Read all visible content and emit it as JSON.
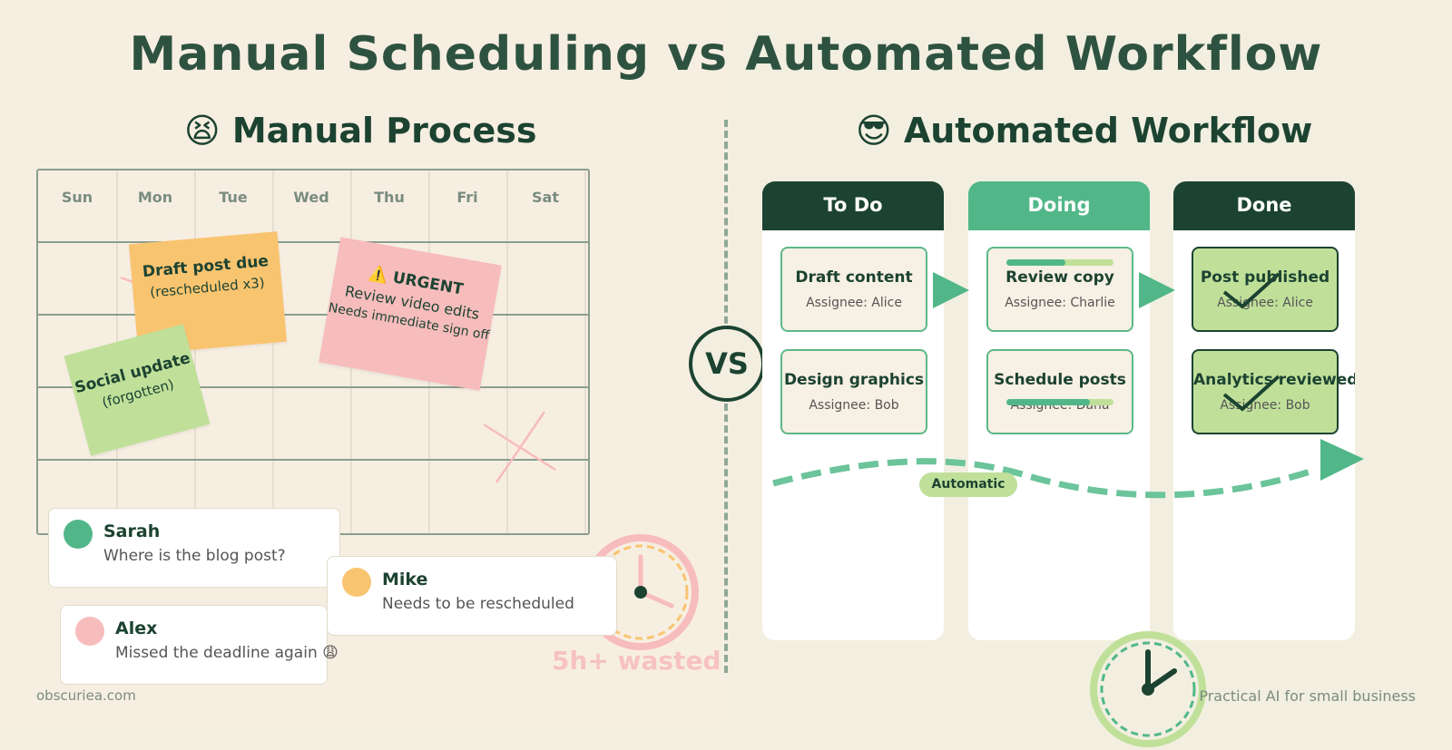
{
  "title": "Manual Scheduling vs Automated Workflow",
  "manual": {
    "heading": "😫 Manual Process",
    "days": [
      "Sun",
      "Mon",
      "Tue",
      "Wed",
      "Thu",
      "Fri",
      "Sat"
    ],
    "notes": [
      {
        "title": "Draft post due",
        "sub": "(rescheduled x3)",
        "color": "#f9c470"
      },
      {
        "title": "⚠️ URGENT",
        "sub": "Review video edits",
        "sub2": "Needs immediate sign off",
        "color": "#f7bcbc"
      },
      {
        "title": "Social update",
        "sub": "(forgotten)",
        "color": "#c0e09a"
      }
    ],
    "chats": [
      {
        "name": "Sarah",
        "message": "Where is the blog post?",
        "color": "#52b788"
      },
      {
        "name": "Mike",
        "message": "Needs to be rescheduled",
        "color": "#f9c470"
      },
      {
        "name": "Alex",
        "message": "Missed the deadline again 😩",
        "color": "#f7bcbc"
      }
    ],
    "wasted": "5h+ wasted"
  },
  "vs": "VS",
  "automated": {
    "heading": "😎 Automated Workflow",
    "columns": [
      {
        "label": "To Do",
        "color": "#1c4331",
        "cards": [
          {
            "title": "Draft content",
            "assignee": "Assignee: Alice"
          },
          {
            "title": "Design graphics",
            "assignee": "Assignee: Bob"
          }
        ]
      },
      {
        "label": "Doing",
        "color": "#52b788",
        "cards": [
          {
            "title": "Review copy",
            "assignee": "Assignee: Charlie",
            "progress": 0.55
          },
          {
            "title": "Schedule posts",
            "assignee": "Assignee: Dana",
            "progress": 0.78
          }
        ]
      },
      {
        "label": "Done",
        "color": "#1c4331",
        "cards": [
          {
            "title": "Post published",
            "assignee": "Assignee: Alice"
          },
          {
            "title": "Analytics reviewed",
            "assignee": "Assignee: Bob"
          }
        ]
      }
    ],
    "badge": "Automatic"
  },
  "footer": {
    "left": "obscuriea.com",
    "right": "Practical AI for small business"
  }
}
